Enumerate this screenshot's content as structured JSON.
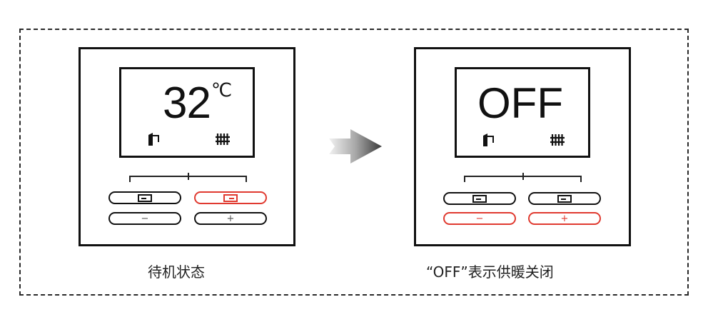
{
  "panels": [
    {
      "id": "standby",
      "display_value": "32",
      "display_unit": "℃",
      "icons": [
        "faucet-icon",
        "radiator-icon"
      ],
      "buttons": [
        {
          "id": "mode-hot-water",
          "symbol": "mode",
          "highlighted": false
        },
        {
          "id": "mode-heating",
          "symbol": "mode",
          "highlighted": true
        },
        {
          "id": "minus",
          "symbol": "−",
          "highlighted": false
        },
        {
          "id": "plus",
          "symbol": "+",
          "highlighted": false
        }
      ],
      "caption": "待机状态"
    },
    {
      "id": "heating-off",
      "display_value": "OFF",
      "display_unit": "",
      "icons": [
        "faucet-icon",
        "radiator-icon"
      ],
      "buttons": [
        {
          "id": "mode-hot-water",
          "symbol": "mode",
          "highlighted": false
        },
        {
          "id": "mode-heating",
          "symbol": "mode",
          "highlighted": false
        },
        {
          "id": "minus",
          "symbol": "−",
          "highlighted": true
        },
        {
          "id": "plus",
          "symbol": "+",
          "highlighted": true
        }
      ],
      "caption": "“OFF”表示供暖关闭"
    }
  ],
  "arrow": {
    "direction": "right"
  },
  "colors": {
    "highlight": "#e03a30",
    "outline": "#111111"
  }
}
